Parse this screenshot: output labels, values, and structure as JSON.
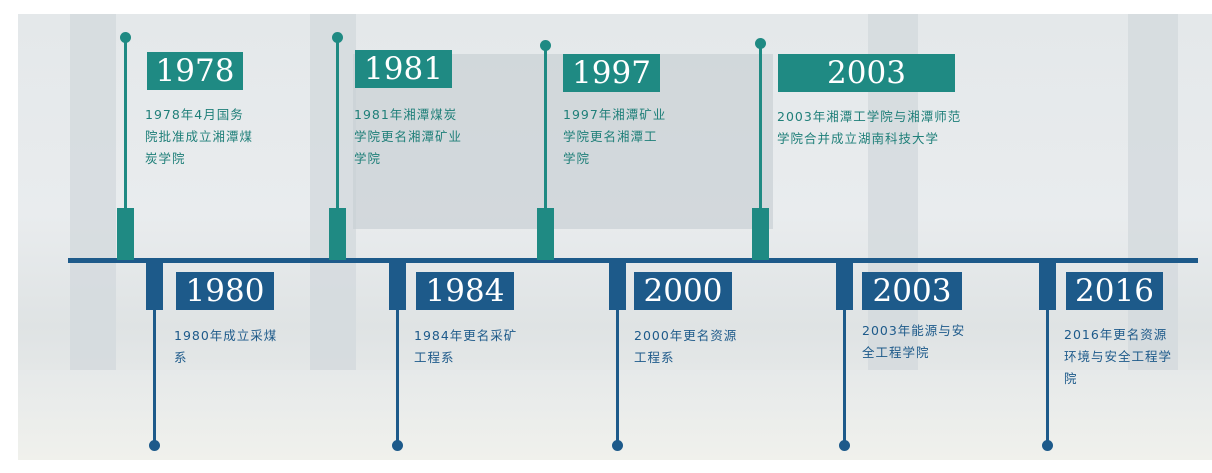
{
  "top_events": [
    {
      "year": "1978",
      "text": "1978年4月国务院批准成立湘潭煤炭学院"
    },
    {
      "year": "1981",
      "text": "1981年湘潭煤炭学院更名湘潭矿业学院"
    },
    {
      "year": "1997",
      "text": "1997年湘潭矿业学院更名湘潭工学院"
    },
    {
      "year": "2003",
      "text": "2003年湘潭工学院与湘潭师范学院合并成立湖南科技大学"
    }
  ],
  "bottom_events": [
    {
      "year": "1980",
      "text": "1980年成立采煤系"
    },
    {
      "year": "1984",
      "text": "1984年更名采矿工程系"
    },
    {
      "year": "2000",
      "text": "2000年更名资源工程系"
    },
    {
      "year": "2003",
      "text": "2003年能源与安全工程学院"
    },
    {
      "year": "2016",
      "text": "2016年更名资源环境与安全工程学院"
    }
  ],
  "colors": {
    "top_accent": "#1f8a83",
    "bottom_accent": "#1d5a8a"
  }
}
